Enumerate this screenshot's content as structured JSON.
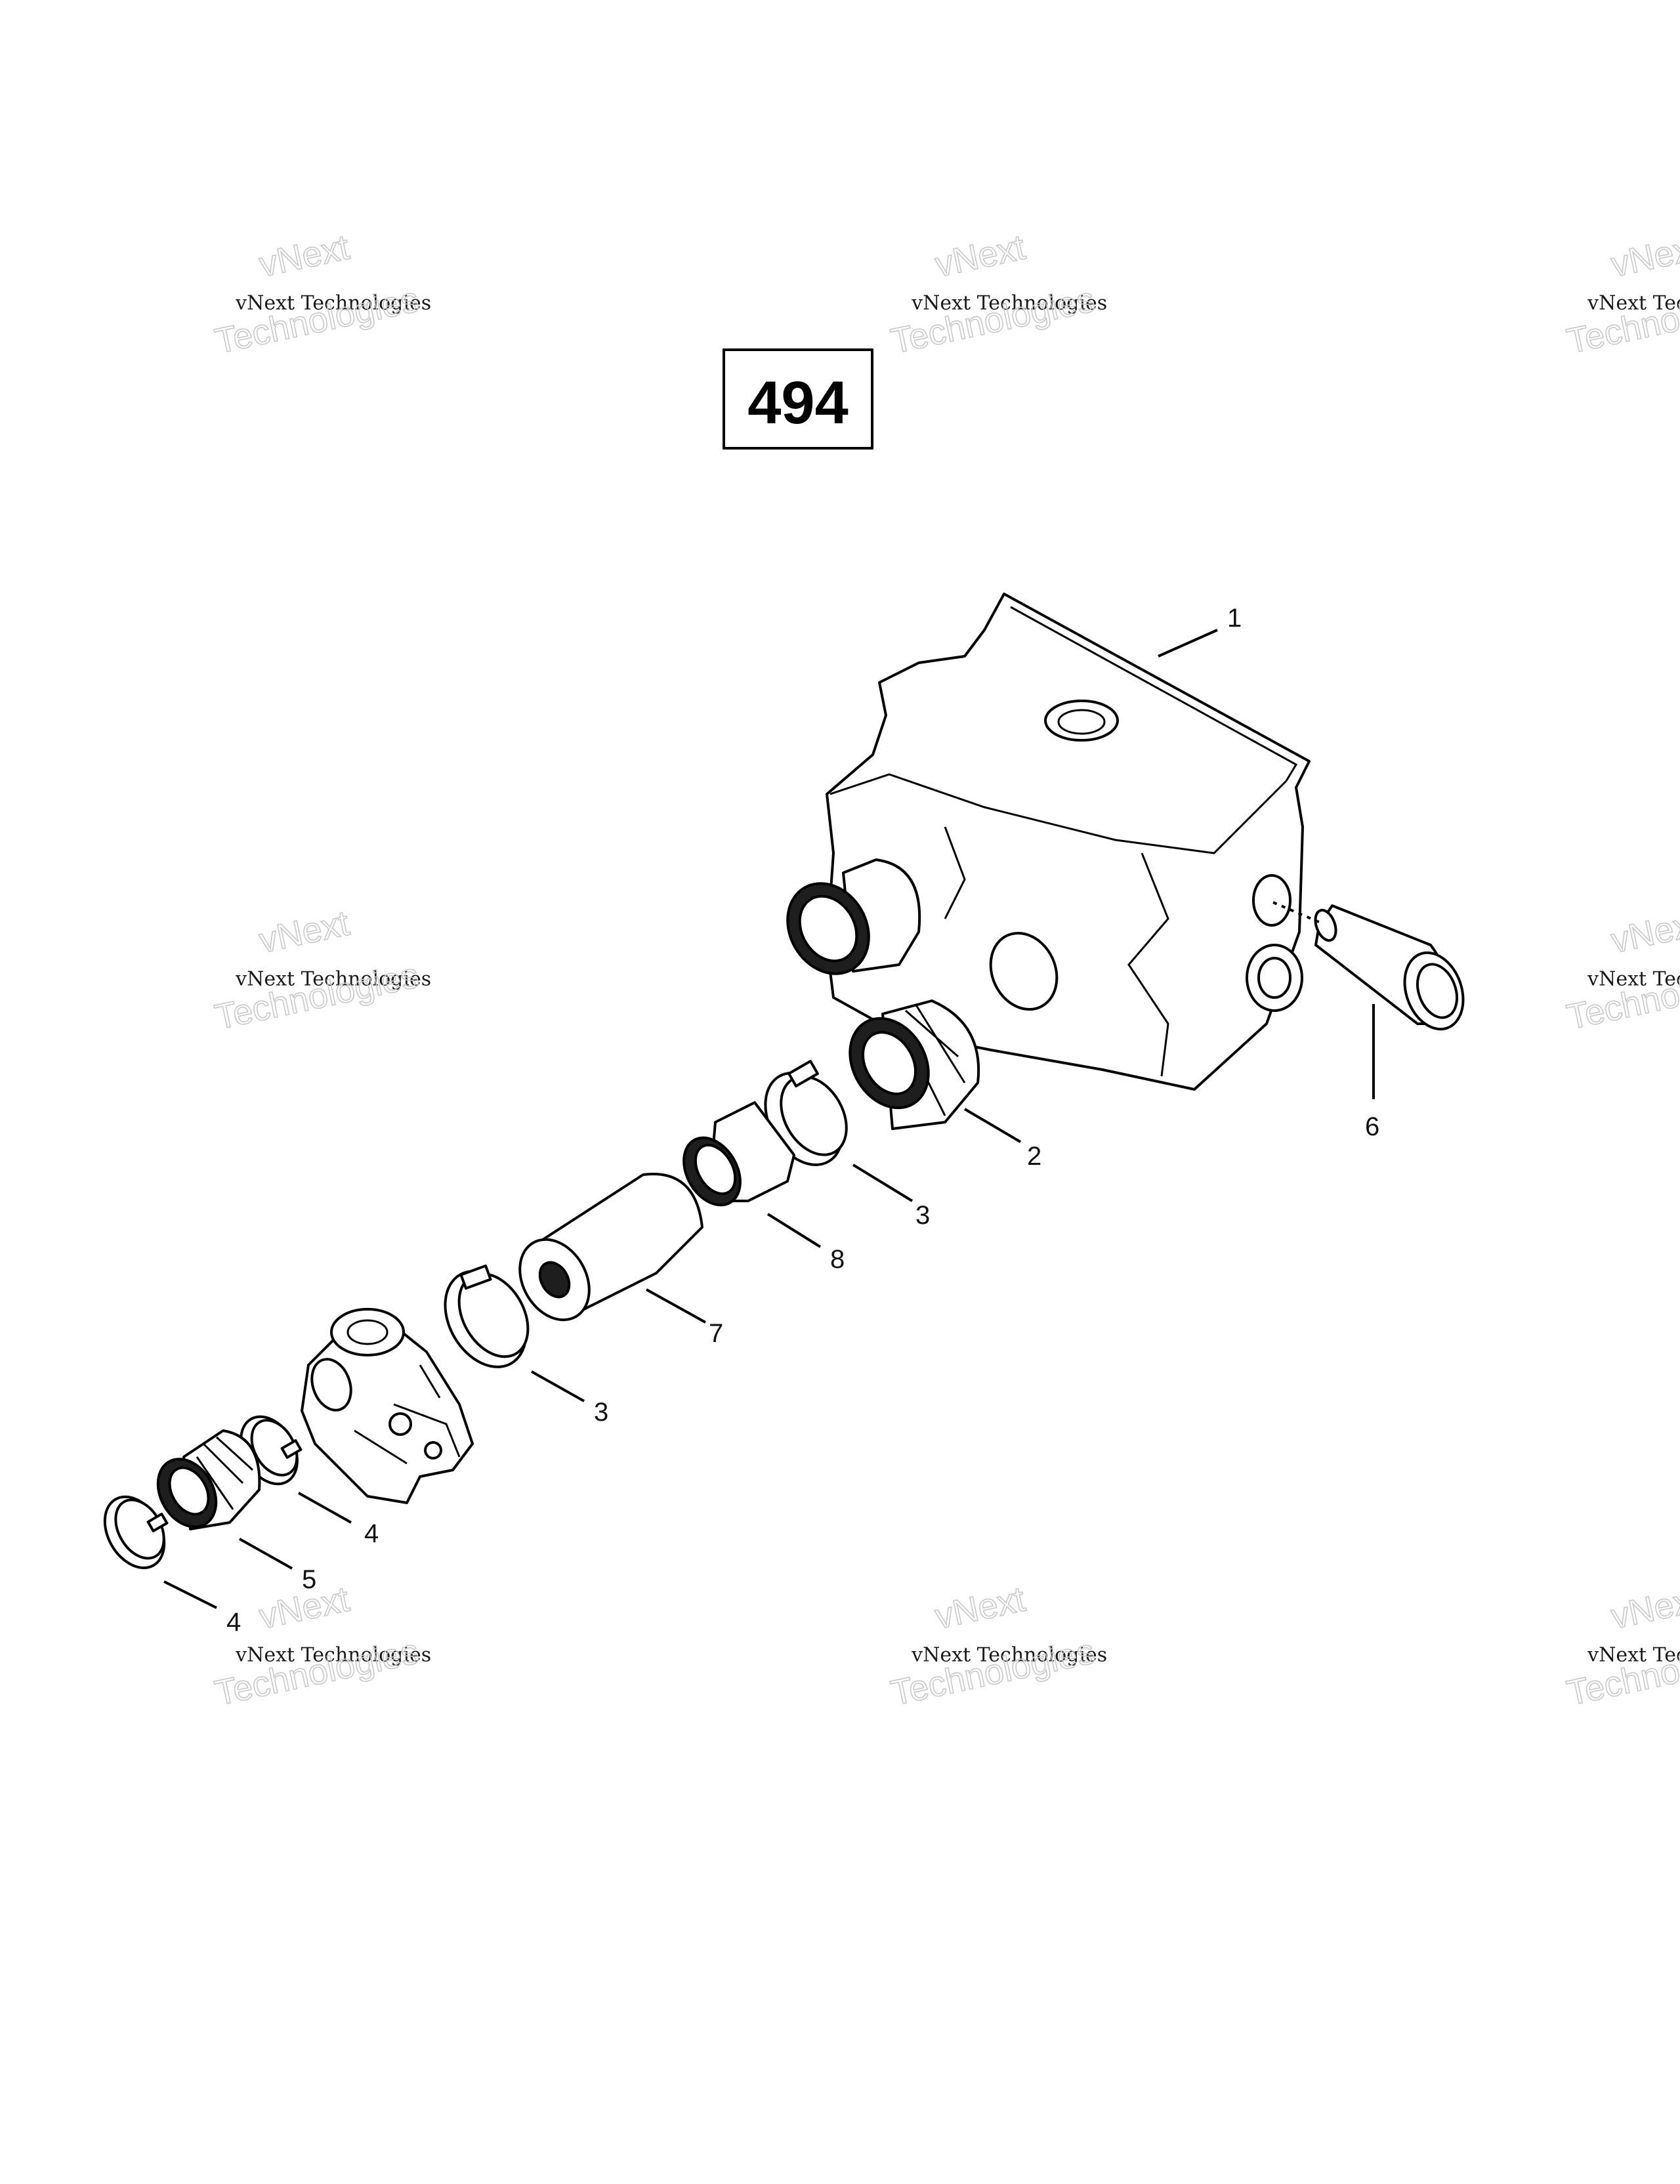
{
  "page_number": "494",
  "watermark": {
    "line1": "vNext",
    "line2": "vNext Technologies",
    "line3": "Technologies"
  },
  "callouts": [
    {
      "id": "c1",
      "label": "1"
    },
    {
      "id": "c2",
      "label": "2"
    },
    {
      "id": "c3a",
      "label": "3"
    },
    {
      "id": "c8",
      "label": "8"
    },
    {
      "id": "c7",
      "label": "7"
    },
    {
      "id": "c3b",
      "label": "3"
    },
    {
      "id": "c4a",
      "label": "4"
    },
    {
      "id": "c5",
      "label": "5"
    },
    {
      "id": "c4b",
      "label": "4"
    },
    {
      "id": "c6",
      "label": "6"
    }
  ],
  "colors": {
    "ink": "#000000",
    "background": "#ffffff",
    "watermark_outline": "#c9c9c9"
  }
}
